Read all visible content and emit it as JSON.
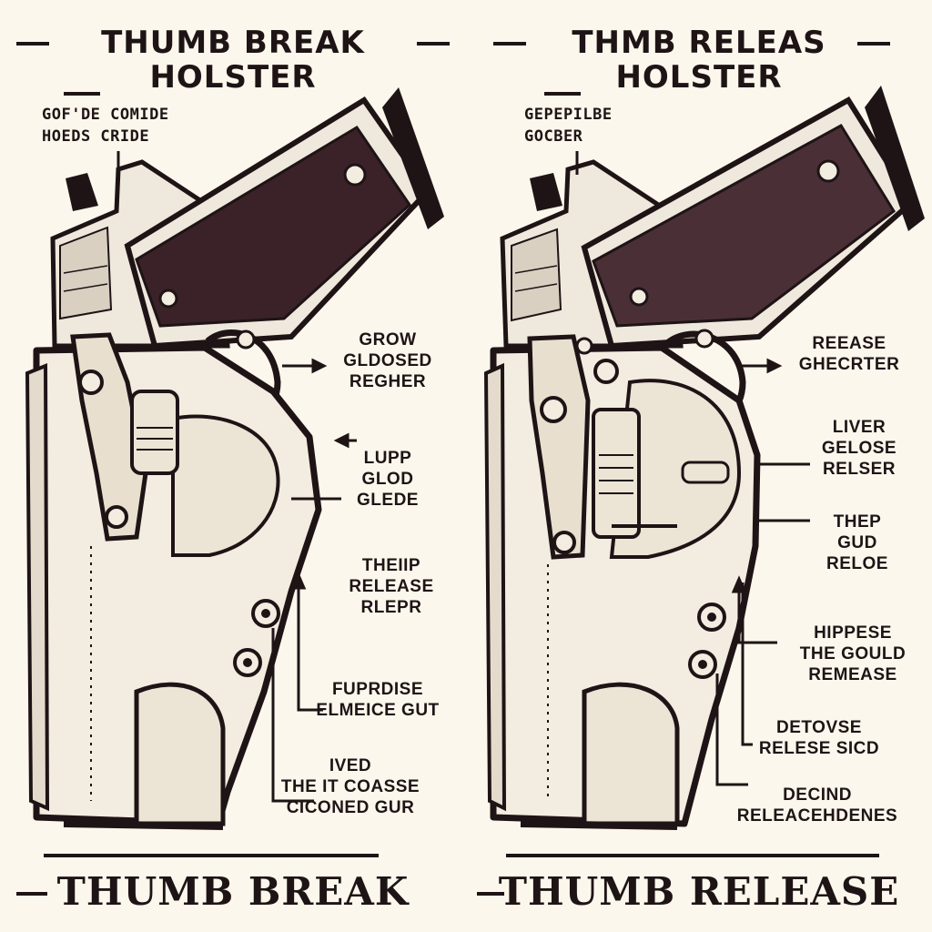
{
  "left": {
    "title_line1": "THUMB BREAK",
    "title_line2": "HOLSTER",
    "top_note": [
      "GOF'DE COMIDE",
      "HOEDS CRIDE"
    ],
    "callouts": [
      [
        "GROW",
        "GLDOSED",
        "REGHER"
      ],
      [
        "LUPP",
        "GLOD",
        "GLEDE"
      ],
      [
        "THEIIP",
        "RELEASE",
        "RLEPR"
      ],
      [
        "FUPRDISE",
        "ELMEICE GUT"
      ],
      [
        "IVED",
        "THE IT COASSE",
        "CICONED GUR"
      ]
    ],
    "bottom_title": "THUMB BREAK"
  },
  "right": {
    "title_line1": "THMB RELEAS",
    "title_line2": "HOLSTER",
    "top_note": [
      "GEPEPILBE",
      "GOCBER"
    ],
    "callouts": [
      [
        "REEASE",
        "GHECRTER"
      ],
      [
        "LIVER",
        "GELOSE",
        "RELSER"
      ],
      [
        "THEP",
        "GUD",
        "RELOE"
      ],
      [
        "HIPPESE",
        "THE GOULD",
        "REMEASE"
      ],
      [
        "DETOVSE",
        "RELESE SICD"
      ],
      [
        "DECIND",
        "RELEACEHDENES"
      ]
    ],
    "bottom_title": "THUMB RELEASE"
  },
  "colors": {
    "background": "#fbf7ec",
    "ink": "#1e1416",
    "grip": "#3a2228",
    "holster": "#f3ece0",
    "slide": "#efe8dc"
  }
}
